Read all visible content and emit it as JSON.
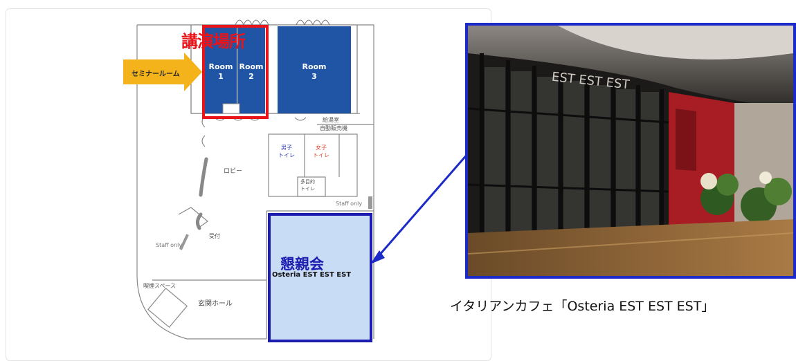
{
  "floorplan": {
    "lecture_venue_label": "講演場所",
    "seminar_room_label": "セミナールーム",
    "rooms": [
      {
        "line1": "Room",
        "line2": "1"
      },
      {
        "line1": "Room",
        "line2": "2"
      },
      {
        "line1": "Room",
        "line2": "3"
      }
    ],
    "kitchen_label": "給湯室",
    "vending_label": "自動販売機",
    "mens_toilet_line1": "男子",
    "mens_toilet_line2": "トイレ",
    "womens_toilet_line1": "女子",
    "womens_toilet_line2": "トイレ",
    "multi_toilet_line1": "多目的",
    "multi_toilet_line2": "トイレ",
    "lobby_label": "ロビー",
    "staff_only_right": "Staff only",
    "reception_label": "受付",
    "staff_only_left": "Staff only",
    "smoking_label": "喫煙スペース",
    "entrance_label": "玄関ホール",
    "party_label": "懇親会",
    "restaurant_label": "Osteria EST EST EST",
    "colors": {
      "room": "#1f55a4",
      "highlight": "#e8141a",
      "party_fill": "#c9dcf6",
      "party_border": "#1c1cb0",
      "arrow": "#f5b31b"
    }
  },
  "photo": {
    "storefront_sign": "EST EST EST",
    "caption": "イタリアンカフェ「Osteria EST EST EST」"
  }
}
